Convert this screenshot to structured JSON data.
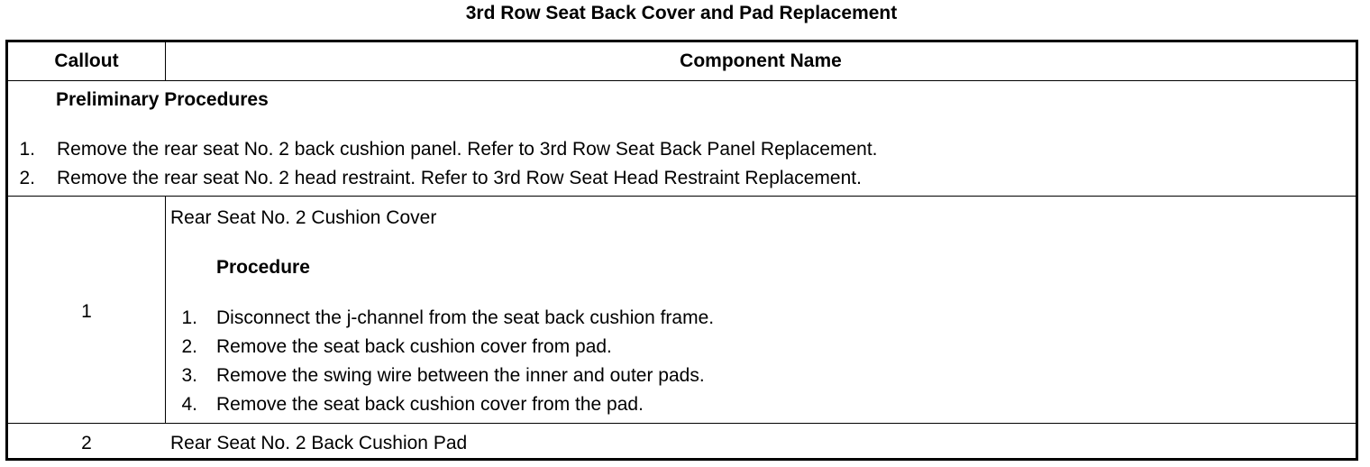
{
  "title": "3rd Row Seat Back Cover and Pad Replacement",
  "table": {
    "headers": {
      "callout": "Callout",
      "component": "Component Name"
    },
    "preliminary": {
      "heading": "Preliminary Procedures",
      "steps": [
        {
          "num": "1.",
          "text": "Remove the rear seat No. 2 back cushion panel. Refer to 3rd Row Seat Back Panel Replacement."
        },
        {
          "num": "2.",
          "text": "Remove the rear seat No. 2 head restraint. Refer to 3rd Row Seat Head Restraint Replacement."
        }
      ]
    },
    "rows": [
      {
        "callout": "1",
        "name": "Rear Seat No. 2 Cushion Cover",
        "procedure_heading": "Procedure",
        "steps": [
          {
            "num": "1.",
            "text": "Disconnect the j-channel from the seat back cushion frame."
          },
          {
            "num": "2.",
            "text": "Remove the seat back cushion cover from pad."
          },
          {
            "num": "3.",
            "text": "Remove the swing wire between the inner and outer pads."
          },
          {
            "num": "4.",
            "text": "Remove the seat back cushion cover from the pad."
          }
        ]
      },
      {
        "callout": "2",
        "name": "Rear Seat No. 2 Back Cushion Pad"
      }
    ]
  }
}
